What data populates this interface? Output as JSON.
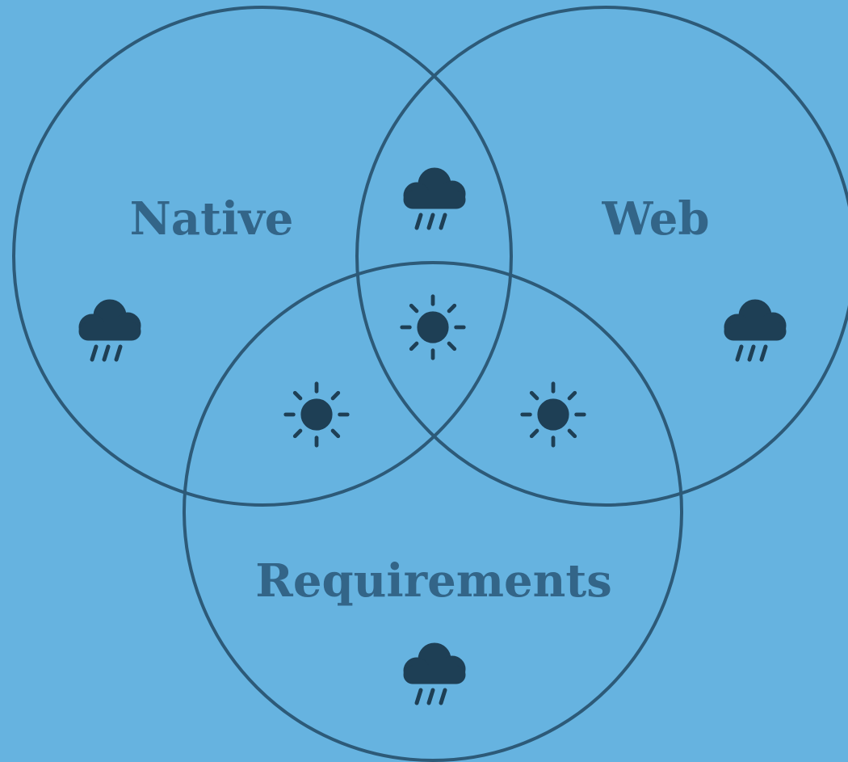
{
  "colors": {
    "background": "#66b3e0",
    "outline": "#2d5a78",
    "label": "#336588",
    "icon": "#1e3f55"
  },
  "sets": {
    "native": {
      "label": "Native",
      "icon": "rain-cloud-icon"
    },
    "web": {
      "label": "Web",
      "icon": "rain-cloud-icon"
    },
    "requirements": {
      "label": "Requirements",
      "icon": "rain-cloud-icon"
    }
  },
  "overlaps": {
    "native_web": {
      "icon": "rain-cloud-icon"
    },
    "native_requirements": {
      "icon": "sun-icon"
    },
    "web_requirements": {
      "icon": "sun-icon"
    },
    "all_three": {
      "icon": "sun-icon"
    }
  }
}
